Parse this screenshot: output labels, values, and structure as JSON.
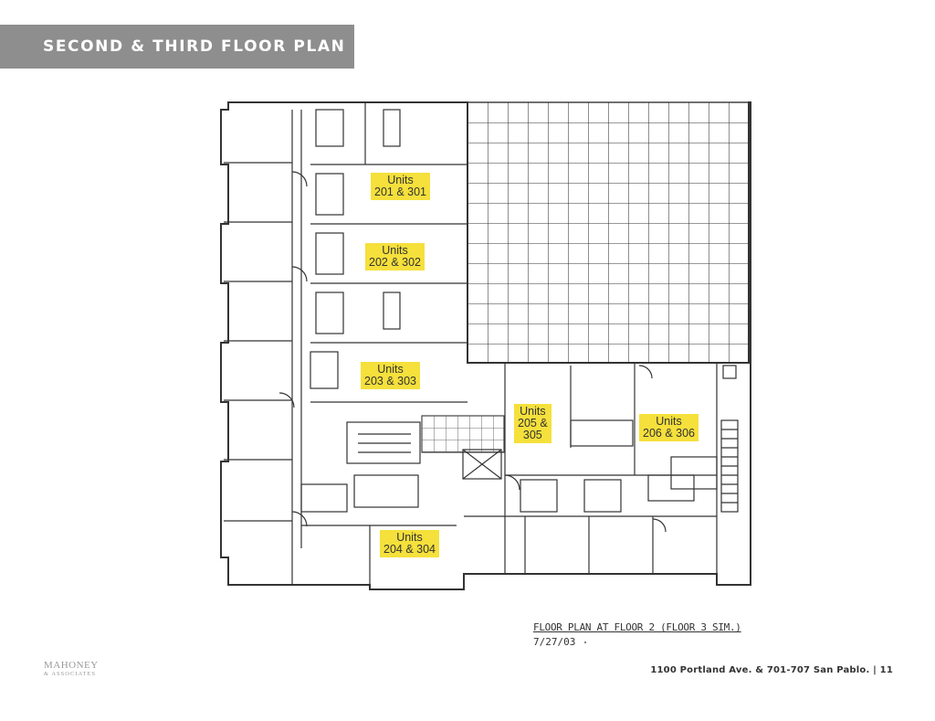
{
  "title": "SECOND & THIRD FLOOR PLAN",
  "units": [
    {
      "line1": "Units",
      "line2": "201 & 301",
      "line3": ""
    },
    {
      "line1": "Units",
      "line2": "202 & 302",
      "line3": ""
    },
    {
      "line1": "Units",
      "line2": "203 & 303",
      "line3": ""
    },
    {
      "line1": "Units",
      "line2": "204 & 304",
      "line3": ""
    },
    {
      "line1": "Units",
      "line2": "205 &",
      "line3": "305"
    },
    {
      "line1": "Units",
      "line2": "206 & 306",
      "line3": ""
    }
  ],
  "caption": {
    "line1": "FLOOR PLAN AT FLOOR 2 (FLOOR 3 SIM.)",
    "line2": "7/27/03"
  },
  "logo": {
    "name": "MAHONEY",
    "sub": "& ASSOCIATES"
  },
  "footer": "1100 Portland Ave. & 701-707 San Pablo. | 11",
  "colors": {
    "title_bar": "#8e8e8e",
    "unit_label": "#f5e03c"
  }
}
